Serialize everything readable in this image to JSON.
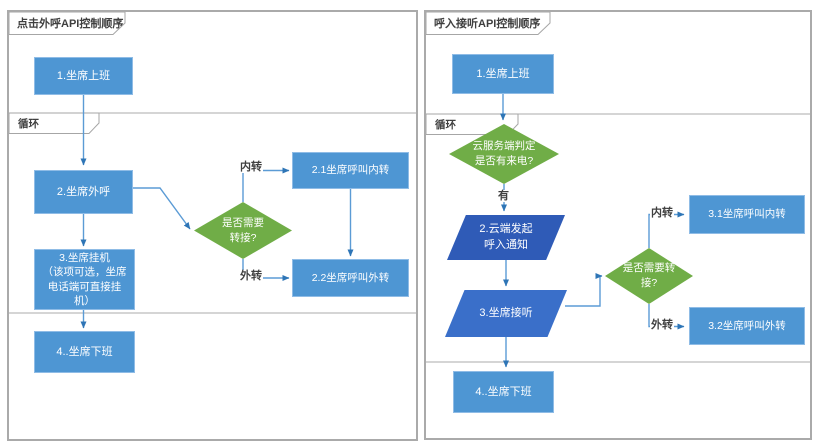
{
  "colors": {
    "box_fill": "#4E96D3",
    "box_border": "#8FBCE6",
    "diamond_fill": "#70AD47",
    "parallelogram_notify_fill": "#2F5BB7",
    "parallelogram_answer_fill": "#3A6FC9",
    "connector_line": "#5B9BD5",
    "arrowhead": "#2E75B6",
    "frame_border": "#A6A6A6",
    "label_text": "#404040",
    "node_text": "#FFFFFF"
  },
  "left_panel": {
    "title": "点击外呼API控制顺序",
    "loop_label": "循环",
    "nodes": {
      "step1": "1.坐席上班",
      "step2": "2.坐席外呼",
      "decision_transfer": "是否需要\n转接?",
      "step21": "2.1坐席呼叫内转",
      "step22": "2.2坐席呼叫外转",
      "step3": "3.坐席挂机\n（该项可选，坐席\n电话端可直接挂\n机）",
      "step4": "4..坐席下班"
    },
    "edge_labels": {
      "internal": "内转",
      "external": "外转"
    }
  },
  "right_panel": {
    "title": "呼入接听API控制顺序",
    "loop_label": "循环",
    "nodes": {
      "step1": "1.坐席上班",
      "decision_incoming": "云服务端判定\n是否有来电?",
      "yes_label": "有",
      "step2": "2.云端发起\n呼入通知",
      "step3": "3.坐席接听",
      "decision_transfer": "是否需要转\n接?",
      "step31": "3.1坐席呼叫内转",
      "step32": "3.2坐席呼叫外转",
      "step4": "4..坐席下班"
    },
    "edge_labels": {
      "internal": "内转",
      "external": "外转"
    }
  }
}
